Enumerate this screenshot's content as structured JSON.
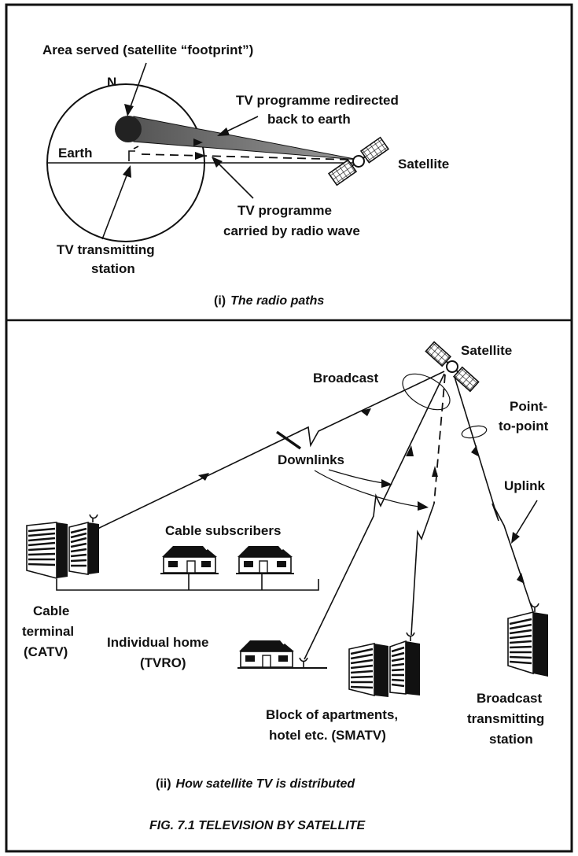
{
  "panel1": {
    "footprint_label": "Area served (satellite “footprint”)",
    "north_label": "N",
    "earth_label": "Earth",
    "redirected_label_1": "TV programme redirected",
    "redirected_label_2": "back to earth",
    "satellite_label": "Satellite",
    "carried_label_1": "TV programme",
    "carried_label_2": "carried by radio wave",
    "station_label_1": "TV transmitting",
    "station_label_2": "station",
    "caption_num": "(i)",
    "caption_text": "The radio paths"
  },
  "panel2": {
    "satellite_label": "Satellite",
    "broadcast_label": "Broadcast",
    "p2p_label_1": "Point-",
    "p2p_label_2": "to-point",
    "downlinks_label": "Downlinks",
    "uplink_label": "Uplink",
    "cable_subscribers_label": "Cable subscribers",
    "cable_terminal_1": "Cable",
    "cable_terminal_2": "terminal",
    "cable_terminal_3": "(CATV)",
    "individual_home_1": "Individual home",
    "individual_home_2": "(TVRO)",
    "apartments_1": "Block of apartments,",
    "apartments_2": "hotel etc. (SMATV)",
    "broadcast_station_1": "Broadcast",
    "broadcast_station_2": "transmitting",
    "broadcast_station_3": "station",
    "caption_num": "(ii)",
    "caption_text": "How satellite TV is distributed"
  },
  "figure_caption": "FIG. 7.1 TELEVISION BY SATELLITE"
}
